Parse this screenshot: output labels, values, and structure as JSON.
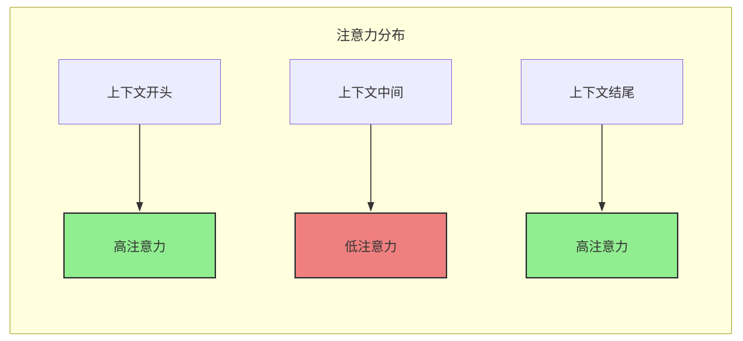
{
  "diagram": {
    "title": "注意力分布",
    "colors": {
      "container_bg": "#ffffde",
      "container_border": "#aaaa33",
      "top_node_bg": "#ECECFF",
      "top_node_border": "#9370DB",
      "high_bg": "#90EE90",
      "low_bg": "#F08080",
      "node_border": "#333333",
      "edge_color": "#333333"
    },
    "columns": [
      {
        "top": {
          "label": "上下文开头"
        },
        "bottom": {
          "label": "高注意力",
          "level": "high"
        }
      },
      {
        "top": {
          "label": "上下文中间"
        },
        "bottom": {
          "label": "低注意力",
          "level": "low"
        }
      },
      {
        "top": {
          "label": "上下文结尾"
        },
        "bottom": {
          "label": "高注意力",
          "level": "high"
        }
      }
    ],
    "edges": [
      {
        "from": "上下文开头",
        "to": "高注意力"
      },
      {
        "from": "上下文中间",
        "to": "低注意力"
      },
      {
        "from": "上下文结尾",
        "to": "高注意力"
      }
    ]
  }
}
